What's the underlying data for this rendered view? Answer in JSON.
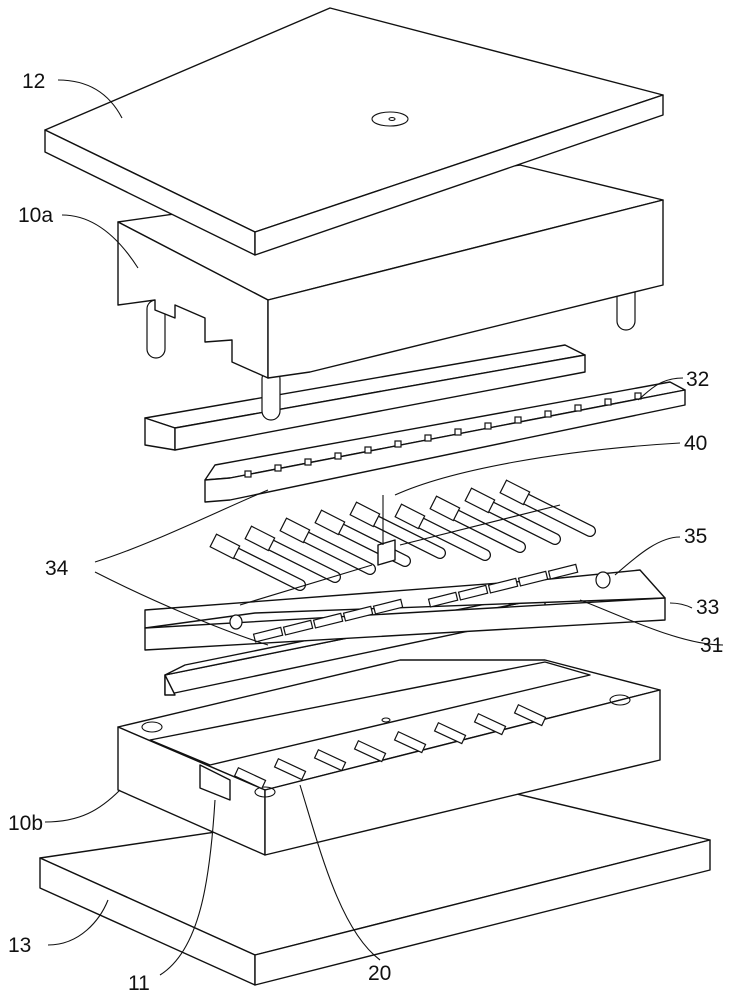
{
  "labels": {
    "top_plate": "12",
    "upper_mold": "10a",
    "upper_strip": "32",
    "wire": "40",
    "terminals": "34",
    "locator": "35",
    "lower_strip": "33",
    "slot": "31",
    "lower_mold": "10b",
    "base_plate": "13",
    "groove": "11",
    "cavity": "20"
  }
}
